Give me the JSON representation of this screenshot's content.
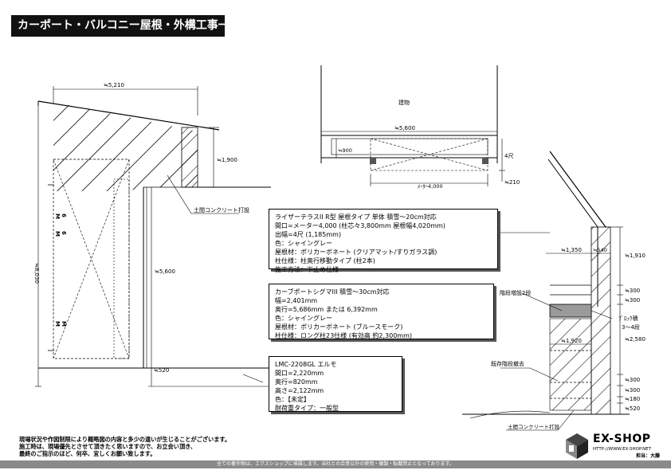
{
  "header": {
    "title": "カーポート・バルコニー屋根・外構工事一式"
  },
  "dimensions": {
    "d_5210": "≒5,210",
    "d_1900": "≒1,900",
    "d_5600_side": "≒5,600",
    "d_520_left": "≒520",
    "d_8030": "≒8,030",
    "d_5600_top": "≒5,600",
    "d_900": "≒900",
    "d_4shaku": "4尺",
    "d_meter4000": "ﾒｰﾀｰ4,000",
    "d_210": "≒210",
    "d_1350": "≒1,350",
    "d_540": "≒540",
    "d_1910": "≒1,910",
    "d_300a": "≒300",
    "d_300b": "≒300",
    "d_1920": "≒1,920",
    "d_2580": "≒2,580",
    "d_300c": "≒300",
    "d_300d": "≒300",
    "d_180": "≒180",
    "d_520_right": "≒520",
    "mark_left_1": "M",
    "mark_left_2": "6",
    "mark_left_3": "M",
    "mark_left_4": "6",
    "mark_left_5": "M",
    "mark_left_6": "M"
  },
  "labels": {
    "building": "建物",
    "concrete_left": "土間コンクリート打設",
    "concrete_right": "土間コンクリート打設",
    "steps_add": "階段増設2段",
    "block": "ﾌﾞﾛｯｸ積",
    "block_sub": "3～4段",
    "existing_steps": "既存階段撤去"
  },
  "note1": {
    "lines": [
      "ライザーテラスII R型 屋根タイプ 単体 積雪～20cm対応",
      "間口=メーター4,000 (柱芯々3,800mm 屋根幅4,020mm)",
      "出幅=4尺 (1,185mm)",
      "色：シャイングレー",
      "屋根材：ポリカーボネート (クリアマット/すりガラス調)",
      "柱仕様：柱奥行移動タイプ (柱2本)",
      "施工方法：下止め仕様"
    ]
  },
  "note2": {
    "lines": [
      "カーブポートシグマIII 積雪～30cm対応",
      "幅=2,401mm",
      "奥行=5,686mm または 6,392mm",
      "色：シャイングレー",
      "屋根材：ポリカーボネート (ブルースモーク)",
      "柱仕様：ロング柱23仕様 (有効高 約2,300mm)"
    ]
  },
  "note3": {
    "lines": [
      "LMC-2208GL エルモ",
      "間口=2,220mm",
      "奥行=820mm",
      "高さ=2,122mm",
      "色：【未定】",
      "耐荷重タイプ：一般型"
    ]
  },
  "footer": {
    "notes": [
      "現場状況や作図制限により概略図の内容と多少の違いが生じることがございます。",
      "施工時は、現場優先とさせて頂きたく思いますので、お立会い頂き、",
      "最終のご指示のほど、何卒、宜しくお願い致します。"
    ],
    "copyright": "全ての著作物は、エクスショップに帰属します。当社との合意以外の使用・複製・転載禁止となっております。",
    "logo_text": "EX-SHOP",
    "logo_url": "HTTP://WWW.EX-SHOP.NET",
    "store": "担当：大藤"
  }
}
